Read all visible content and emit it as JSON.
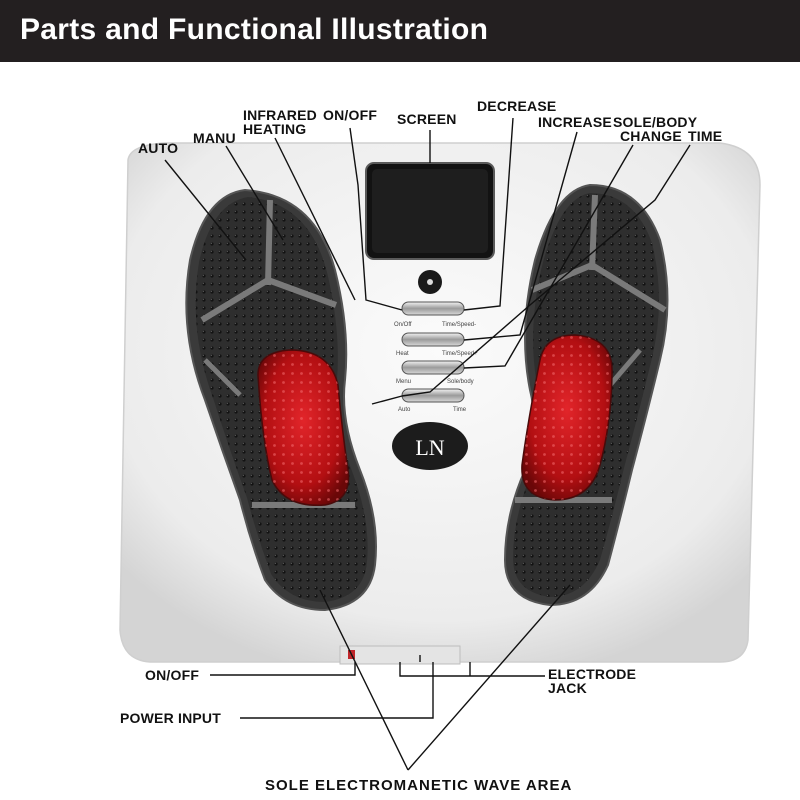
{
  "header": {
    "title": "Parts and Functional Illustration"
  },
  "labels": {
    "auto": "AUTO",
    "manu": "MANU",
    "infrared_line1": "INFRARED",
    "infrared_line2": "HEATING",
    "onoff_top": "ON/OFF",
    "screen": "SCREEN",
    "decrease": "DECREASE",
    "increase": "INCREASE",
    "sole_body_line1": "SOLE/BODY",
    "sole_body_line2": "CHANGE",
    "time": "TIME",
    "onoff_bottom": "ON/OFF",
    "power_input": "POWER INPUT",
    "electrode_line1": "ELECTRODE",
    "electrode_line2": "JACK",
    "sole_area": "SOLE ELECTROMANETIC WAVE AREA"
  },
  "device": {
    "logo_text": "LN",
    "buttons": [
      {
        "left": "On/Off",
        "right": "Time/Speed-"
      },
      {
        "left": "Heat",
        "right": "Time/Speed+"
      },
      {
        "left": "Menu",
        "right": "Sole/body"
      },
      {
        "left": "Auto",
        "right": "Time"
      }
    ]
  },
  "colors": {
    "header_bg": "#231f20",
    "device_body": "#eeeeee",
    "insole_dark": "#2b2b2b",
    "heating_red": "#b30f12"
  }
}
